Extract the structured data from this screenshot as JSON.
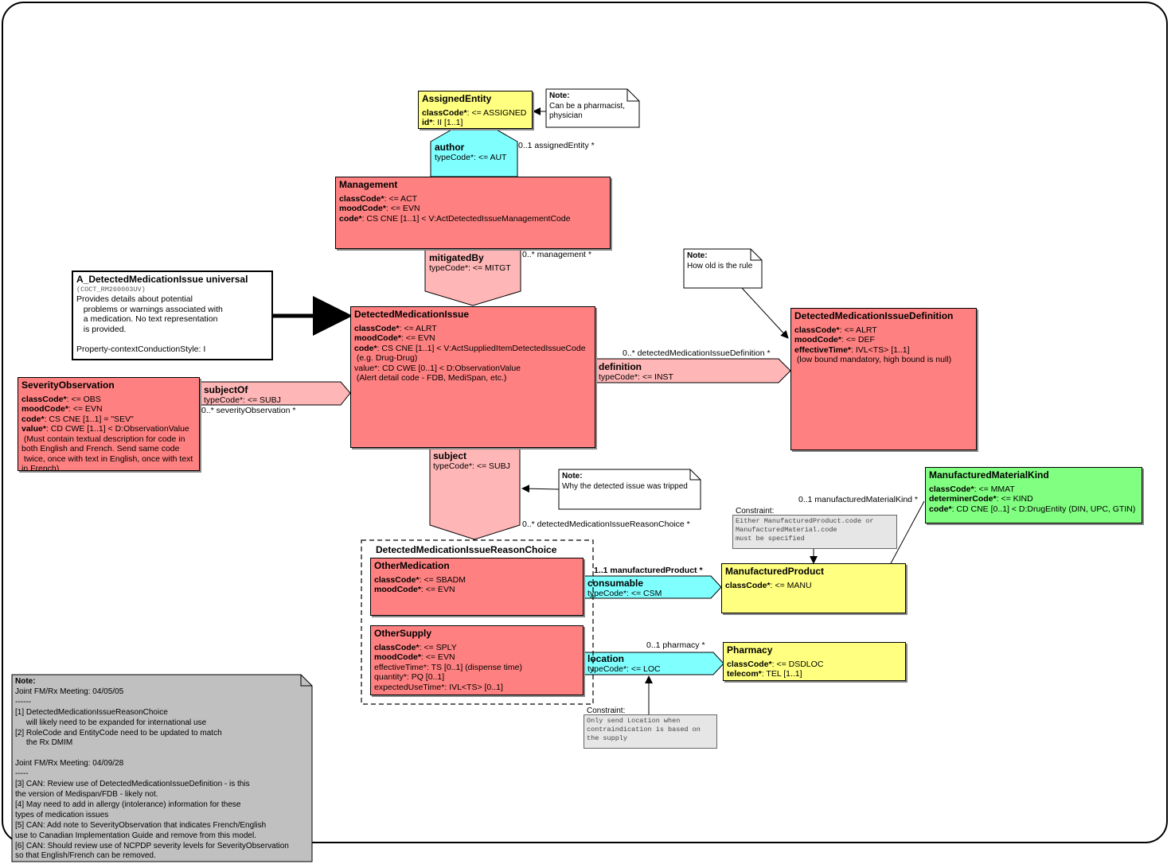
{
  "entry_point": {
    "title": "A_DetectedMedicationIssue universal",
    "id": "(COCT_RM260003UV)",
    "lines": [
      "Provides details about potential",
      "   problems or warnings associated with",
      "   a medication. No text representation",
      "   is provided.",
      "",
      "Property-contextConductionStyle: I"
    ]
  },
  "classes": {
    "assigned_entity": {
      "name": "AssignedEntity",
      "attrs": [
        {
          "n": "classCode*",
          "v": ": <= ASSIGNED"
        },
        {
          "n": "id*",
          "v": ": II [1..1]"
        }
      ]
    },
    "management": {
      "name": "Management",
      "attrs": [
        {
          "n": "classCode*",
          "v": ": <= ACT"
        },
        {
          "n": "moodCode*",
          "v": ": <= EVN"
        },
        {
          "n": "code*",
          "v": ": CS CNE [1..1] < V:ActDetectedIssueManagementCode"
        }
      ]
    },
    "detected_issue": {
      "name": "DetectedMedicationIssue",
      "attrs": [
        {
          "n": "classCode*",
          "v": ": <= ALRT"
        },
        {
          "n": "moodCode*",
          "v": ": <= EVN"
        },
        {
          "n": "code*",
          "v": ": CS CNE [1..1] < V:ActSuppliedItemDetectedIssueCode"
        },
        {
          "n": "",
          "v": " (e.g. Drug-Drug)"
        },
        {
          "n": "",
          "v": "value*: CD CWE [0..1] < D:ObservationValue"
        },
        {
          "n": "",
          "v": " (Alert detail code - FDB, MediSpan, etc.)"
        }
      ]
    },
    "definition": {
      "name": "DetectedMedicationIssueDefinition",
      "attrs": [
        {
          "n": "classCode*",
          "v": ": <= ALRT"
        },
        {
          "n": "moodCode*",
          "v": ": <= DEF"
        },
        {
          "n": "effectiveTime*",
          "v": ": IVL<TS> [1..1]"
        },
        {
          "n": "",
          "v": " (low bound mandatory, high bound is null)"
        }
      ]
    },
    "severity": {
      "name": "SeverityObservation",
      "attrs": [
        {
          "n": "classCode*",
          "v": ": <= OBS"
        },
        {
          "n": "moodCode*",
          "v": ": <= EVN"
        },
        {
          "n": "code*",
          "v": ": CS CNE [1..1] = \"SEV\""
        },
        {
          "n": "value*",
          "v": ": CD CWE [1..1] < D:ObservationValue"
        },
        {
          "n": "",
          "v": " (Must contain textual description for code in"
        },
        {
          "n": "",
          "v": "both English and French. Send same code"
        },
        {
          "n": "",
          "v": " twice, once with text in English, once with text"
        },
        {
          "n": "",
          "v": "in French)"
        }
      ]
    },
    "other_medication": {
      "name": "OtherMedication",
      "attrs": [
        {
          "n": "classCode*",
          "v": ": <= SBADM"
        },
        {
          "n": "moodCode*",
          "v": ": <= EVN"
        }
      ]
    },
    "other_supply": {
      "name": "OtherSupply",
      "attrs": [
        {
          "n": "classCode*",
          "v": ": <= SPLY"
        },
        {
          "n": "moodCode*",
          "v": ": <= EVN"
        },
        {
          "n": "",
          "v": "effectiveTime*: TS [0..1] (dispense time)"
        },
        {
          "n": "",
          "v": "quantity*: PQ [0..1]"
        },
        {
          "n": "",
          "v": "expectedUseTime*: IVL<TS> [0..1]"
        }
      ]
    },
    "manufactured_product": {
      "name": "ManufacturedProduct",
      "attrs": [
        {
          "n": "classCode*",
          "v": ": <= MANU"
        }
      ]
    },
    "material_kind": {
      "name": "ManufacturedMaterialKind",
      "attrs": [
        {
          "n": "classCode*",
          "v": ": <= MMAT"
        },
        {
          "n": "determinerCode*",
          "v": ": <= KIND"
        },
        {
          "n": "code*",
          "v": ": CD CNE [0..1] < D:DrugEntity (DIN, UPC, GTIN)"
        }
      ]
    },
    "pharmacy": {
      "name": "Pharmacy",
      "attrs": [
        {
          "n": "classCode*",
          "v": ": <= DSDLOC"
        },
        {
          "n": "telecom*",
          "v": ": TEL [1..1]"
        }
      ]
    }
  },
  "choice": {
    "name": "DetectedMedicationIssueReasonChoice"
  },
  "relationships": {
    "author": {
      "name": "author",
      "attr": "typeCode*: <= AUT"
    },
    "mitigated_by": {
      "name": "mitigatedBy",
      "attr": "typeCode*: <= MITGT"
    },
    "subject_of": {
      "name": "subjectOf",
      "attr": "typeCode*: <= SUBJ"
    },
    "definition": {
      "name": "definition",
      "attr": "typeCode*: <= INST"
    },
    "subject": {
      "name": "subject",
      "attr": "typeCode*: <= SUBJ"
    },
    "consumable": {
      "name": "consumable",
      "attr": "typeCode*: <= CSM"
    },
    "location": {
      "name": "location",
      "attr": "typeCode*: <= LOC"
    }
  },
  "association_labels": {
    "assigned_entity": "0..1 assignedEntity  *",
    "management": "0..* management  *",
    "definition": "0..* detectedMedicationIssueDefinition  *",
    "severity": "0..* severityObservation  *",
    "reason": "0..* detectedMedicationIssueReasonChoice  *",
    "product": "1..1 manufacturedProduct  *",
    "material_kind": "0..1 manufacturedMaterialKind  *",
    "pharmacy": "0..1 pharmacy  *"
  },
  "notes": {
    "pharmacist": {
      "title": "Note:",
      "lines": [
        "Can be a pharmacist,",
        "physician"
      ]
    },
    "rule": {
      "title": "Note:",
      "lines": [
        "How old is the rule"
      ]
    },
    "tripped": {
      "title": "Note:",
      "lines": [
        "Why the detected issue was tripped"
      ]
    },
    "meeting": {
      "title": "Note:",
      "lines": [
        "Joint FM/Rx Meeting: 04/05/05",
        "------",
        "[1] DetectedMedicationIssueReasonChoice",
        "     will likely need to be expanded for international use",
        "[2] RoleCode and EntityCode need to be updated to match",
        "     the Rx DMIM",
        "",
        "Joint FM/Rx Meeting: 04/09/28",
        "-----",
        "[3] CAN: Review use of DetectedMedicationIssueDefinition - is this",
        "the version of Medispan/FDB - likely not.",
        "[4] May need to add in allergy (intolerance) information for these",
        "types of medication issues",
        "[5] CAN: Add note to SeverityObservation that indicates French/English",
        "use to Canadian Implementation Guide and remove from this model.",
        "[6] CAN: Should review use of NCPDP severity levels for SeverityObservation",
        "so that English/French can be removed."
      ]
    }
  },
  "constraints": {
    "product": {
      "title": "Constraint:",
      "lines": [
        "Either ManufacturedProduct.code or",
        "ManufacturedMaterial.code",
        "must be specified"
      ]
    },
    "location": {
      "title": "Constraint:",
      "lines": [
        "Only send Location when",
        "contraindication is based on",
        "the supply"
      ]
    }
  },
  "colors": {
    "act": "#ff8080",
    "role": "#ffff80",
    "entity": "#80ff80",
    "participation": "#80ffff",
    "act_relationship": "#ffb6b6",
    "note": "#ffffff",
    "note_grey": "#c0c0c0",
    "constraint": "#e6e6e6"
  }
}
